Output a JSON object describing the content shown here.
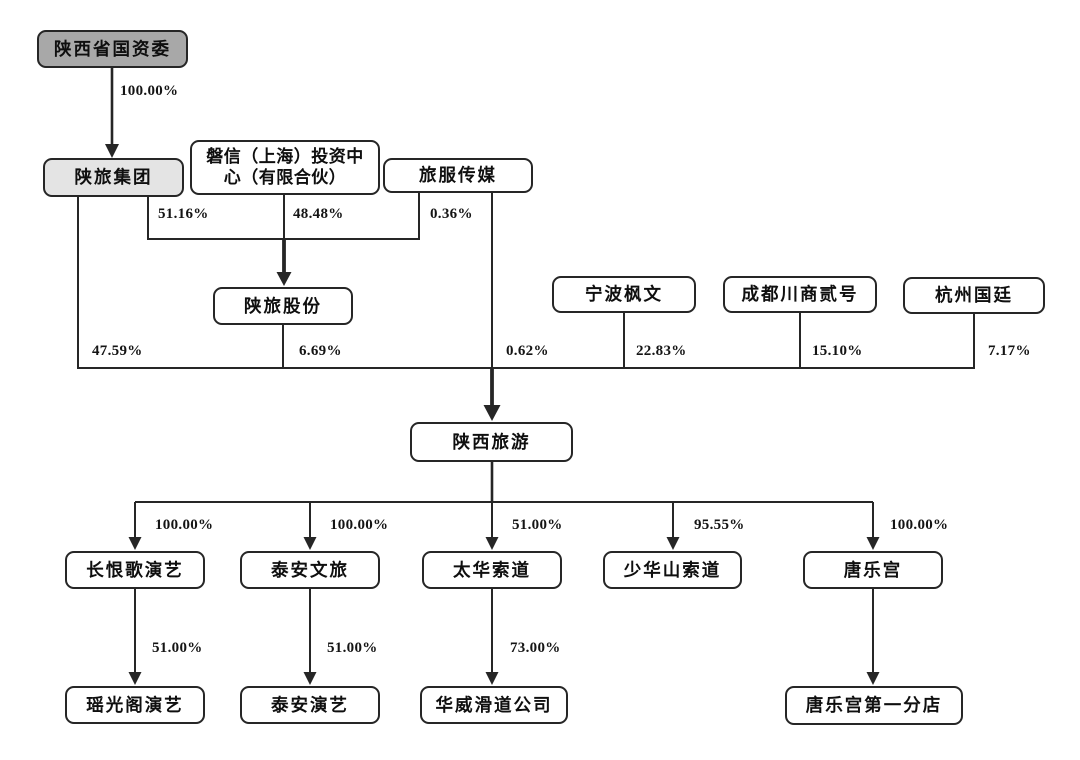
{
  "diagram": {
    "kind": "equity-ownership-structure-chart",
    "background": "#ffffff",
    "colors": {
      "line": "#262626",
      "border": "#262626",
      "text": "#111111",
      "sasac_fill": "#a8a8a8",
      "group_fill": "#e4e4e4",
      "default_fill": "#ffffff"
    }
  },
  "nodes": {
    "sasac": {
      "label": "陕西省国资委"
    },
    "shaanxi_tourism_group": {
      "label": "陕旅集团"
    },
    "panxin": {
      "label": "磐信（上海）投资中心（有限合伙）"
    },
    "lvfu_media": {
      "label": "旅服传媒"
    },
    "shaanxi_lvyou_gufen": {
      "label": "陕旅股份"
    },
    "ningbo_fengwen": {
      "label": "宁波枫文"
    },
    "chengdu_chuanshang": {
      "label": "成都川商贰号"
    },
    "hangzhou_guoting": {
      "label": "杭州国廷"
    },
    "shaanxi_tourism": {
      "label": "陕西旅游"
    },
    "changhenge_yanyi": {
      "label": "长恨歌演艺"
    },
    "taian_wenlv": {
      "label": "泰安文旅"
    },
    "taihua_suodao": {
      "label": "太华索道"
    },
    "shaohuashan_suodao": {
      "label": "少华山索道"
    },
    "tanglegong": {
      "label": "唐乐宫"
    },
    "yaoguangge_yanyi": {
      "label": "瑶光阁演艺"
    },
    "taian_yanyi": {
      "label": "泰安演艺"
    },
    "huawei_huadao": {
      "label": "华威滑道公司"
    },
    "tanglegong_branch": {
      "label": "唐乐宫第一分店"
    }
  },
  "edges": [
    {
      "from": "sasac",
      "to": "shaanxi_tourism_group",
      "percent": "100.00%"
    },
    {
      "from": "shaanxi_tourism_group",
      "to": "shaanxi_lvyou_gufen",
      "percent": "51.16%"
    },
    {
      "from": "panxin",
      "to": "shaanxi_lvyou_gufen",
      "percent": "48.48%"
    },
    {
      "from": "lvfu_media",
      "to": "shaanxi_lvyou_gufen",
      "percent": "0.36%"
    },
    {
      "from": "shaanxi_tourism_group",
      "to": "shaanxi_tourism",
      "percent": "47.59%"
    },
    {
      "from": "shaanxi_lvyou_gufen",
      "to": "shaanxi_tourism",
      "percent": "6.69%"
    },
    {
      "from": "lvfu_media",
      "to": "shaanxi_tourism",
      "percent": "0.62%"
    },
    {
      "from": "ningbo_fengwen",
      "to": "shaanxi_tourism",
      "percent": "22.83%"
    },
    {
      "from": "chengdu_chuanshang",
      "to": "shaanxi_tourism",
      "percent": "15.10%"
    },
    {
      "from": "hangzhou_guoting",
      "to": "shaanxi_tourism",
      "percent": "7.17%"
    },
    {
      "from": "shaanxi_tourism",
      "to": "changhenge_yanyi",
      "percent": "100.00%"
    },
    {
      "from": "shaanxi_tourism",
      "to": "taian_wenlv",
      "percent": "100.00%"
    },
    {
      "from": "shaanxi_tourism",
      "to": "taihua_suodao",
      "percent": "51.00%"
    },
    {
      "from": "shaanxi_tourism",
      "to": "shaohuashan_suodao",
      "percent": "95.55%"
    },
    {
      "from": "shaanxi_tourism",
      "to": "tanglegong",
      "percent": "100.00%"
    },
    {
      "from": "changhenge_yanyi",
      "to": "yaoguangge_yanyi",
      "percent": "51.00%"
    },
    {
      "from": "taian_wenlv",
      "to": "taian_yanyi",
      "percent": "51.00%"
    },
    {
      "from": "taihua_suodao",
      "to": "huawei_huadao",
      "percent": "73.00%"
    },
    {
      "from": "tanglegong",
      "to": "tanglegong_branch",
      "percent": ""
    }
  ]
}
